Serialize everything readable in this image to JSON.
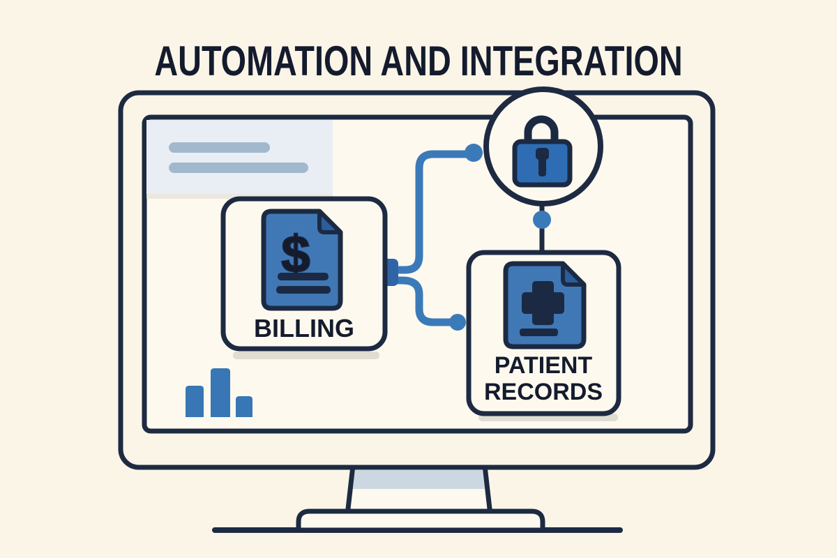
{
  "title": "AUTOMATION AND INTEGRATION",
  "nodes": {
    "billing": {
      "label": "BILLING",
      "icon": "dollar-document-icon",
      "currency_symbol": "$"
    },
    "patient_records": {
      "label_line1": "PATIENT",
      "label_line2": "RECORDS",
      "icon": "medical-document-icon"
    },
    "security": {
      "icon": "lock-icon"
    }
  },
  "connections": [
    {
      "from": "billing",
      "to": "security",
      "style": "blue elbow line with endpoint dot"
    },
    {
      "from": "billing",
      "to": "patient_records",
      "style": "blue elbow line with endpoint dot"
    },
    {
      "from": "security",
      "to": "patient_records",
      "style": "straight navy line with blue dot"
    }
  ],
  "screen_content": {
    "placeholder_panel": {
      "lines": 2
    },
    "chart_data": {
      "type": "bar",
      "categories": [
        "bar-1",
        "bar-2",
        "bar-3"
      ],
      "values": [
        45,
        70,
        30
      ],
      "title": "",
      "xlabel": "",
      "ylabel": "",
      "note": "decorative mini bar chart in lower-left of monitor screen, heights in px"
    }
  },
  "colors": {
    "background": "#faf5e7",
    "screen_fill": "#fdf9ee",
    "outline_navy": "#1d2a42",
    "text_navy": "#141b2d",
    "document_blue": "#4078b6",
    "document_fold_blue": "#2b5d9c",
    "lock_body_blue": "#2e6db4",
    "connector_blue": "#3b7ab9",
    "connector_stub_blue": "#2f64a6",
    "bar_blue": "#3876b5",
    "panel_light_blue": "#e9eef5",
    "skeleton_gray_blue": "#a2b8cd",
    "stand_shade": "#cdd7e2"
  }
}
